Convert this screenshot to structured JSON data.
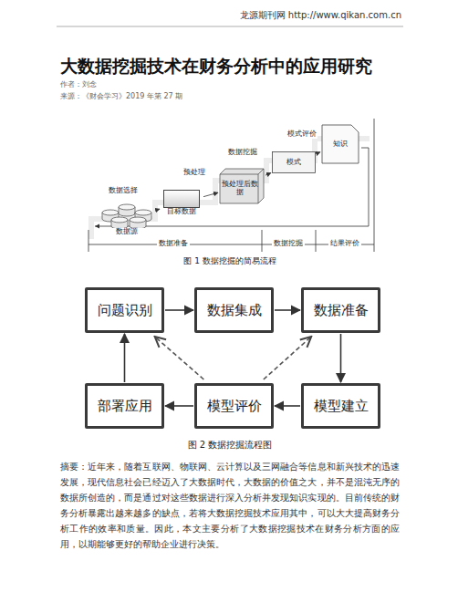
{
  "diagram": {
    "title": "大数据挖掘技术在财务分析中的应用研究",
    "nodes": [
      {
        "text": [
          "数据源"
        ]
      },
      {
        "text": [
          "目标数据"
        ]
      },
      {
        "text": [
          "预处理后数据"
        ]
      },
      {
        "text": [
          "模式"
        ]
      },
      {
        "text": [
          "知识"
        ]
      },
      {
        "text": [
          "问题识别"
        ]
      },
      {
        "text": [
          "数据集成"
        ]
      },
      {
        "text": [
          "数据准备"
        ]
      },
      {
        "text": [
          "部署应用"
        ]
      },
      {
        "text": [
          "模型评价"
        ]
      },
      {
        "text": [
          "模型建立"
        ]
      }
    ],
    "edges": [
      {
        "from": 0,
        "to": 1,
        "label": "数据选择",
        "arrow": "to"
      },
      {
        "from": 1,
        "to": 2,
        "label": "预处理",
        "arrow": "to"
      },
      {
        "from": 2,
        "to": 3,
        "label": "数据挖掘",
        "arrow": "to"
      },
      {
        "from": 3,
        "to": 4,
        "label": "模式评价",
        "arrow": "to"
      },
      {
        "from": 5,
        "to": 6,
        "arrow": "to"
      },
      {
        "from": 6,
        "to": 7,
        "arrow": "to"
      },
      {
        "from": 7,
        "to": 10,
        "arrow": "to"
      },
      {
        "from": 10,
        "to": 9,
        "arrow": "to"
      },
      {
        "from": 9,
        "to": 8,
        "arrow": "to"
      },
      {
        "from": 8,
        "to": 5,
        "arrow": "to"
      },
      {
        "from": 9,
        "to": 7,
        "arrow": "to"
      },
      {
        "from": 9,
        "to": 5,
        "arrow": "to"
      }
    ],
    "labels": [
      "龙源期刊网 http://www.qikan.com.cn",
      "作者：刘念",
      "来源：《财会学习》2019 年第 27 期",
      "数据准备",
      "数据挖掘",
      "结果评价",
      "图 1 数据挖掘的简易流程",
      "图 2 数据挖掘流程图",
      "摘要：近年来，随着互联网、物联网、云计算以及三网融合等信息和新兴技术的迅速发展，现代信息社会已经迈入了大数据时代，大数据的价值之大，并不是混沌无序的数据所创造的，而是通过对这些数据进行深入分析并发现知识实现的。目前传统的财务分析暴露出越来越多的缺点，若将大数据挖掘技术应用其中，可以大大提高财务分析工作的效率和质量。因此，本文主要分析了大数据挖掘技术在财务分析方面的应用，以期能够更好的帮助企业进行决策。"
    ]
  }
}
